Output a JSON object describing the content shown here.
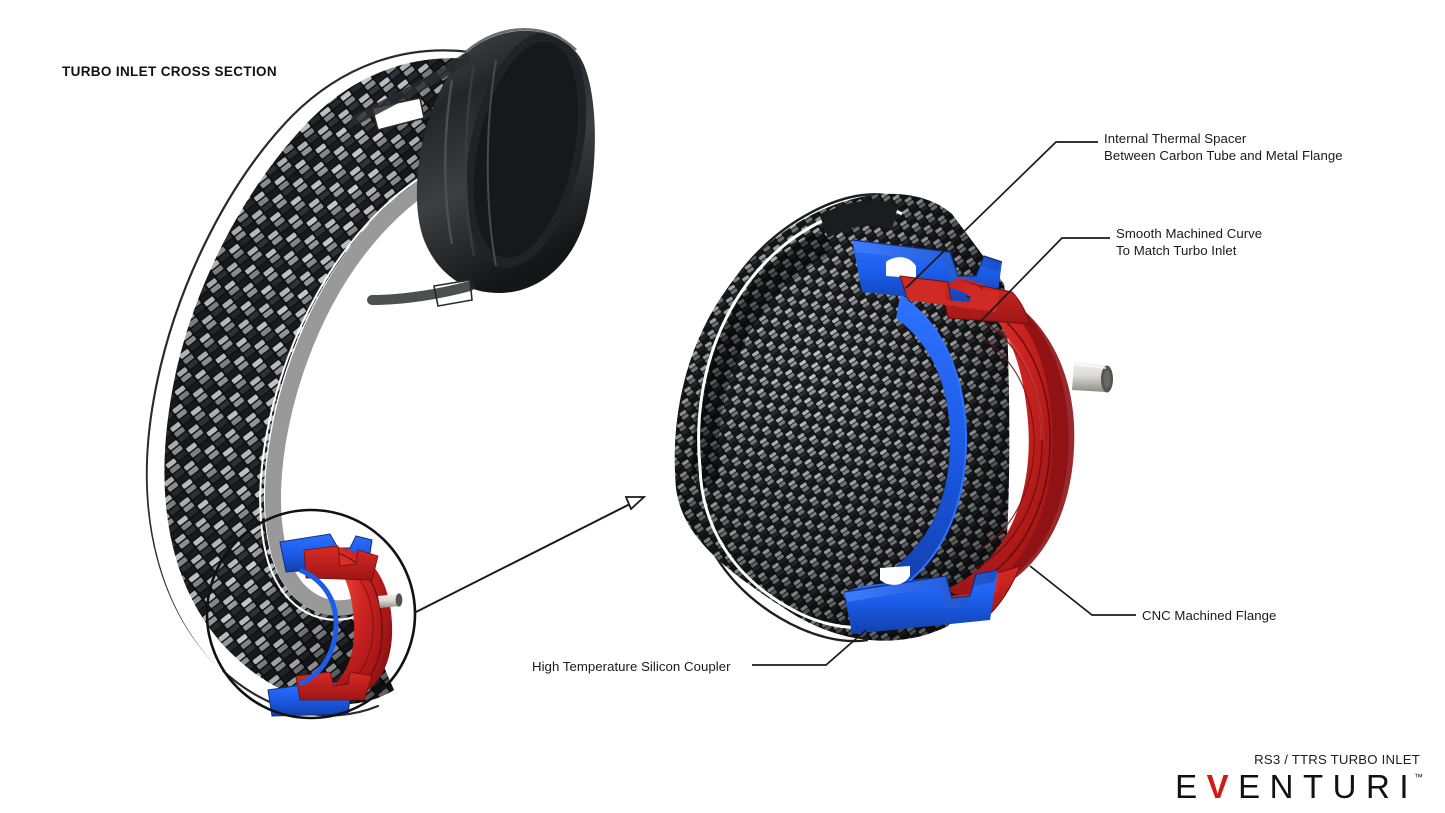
{
  "page": {
    "title": "TURBO INLET CROSS SECTION",
    "background": "#ffffff"
  },
  "colors": {
    "silicone_blue": "#1b5ce8",
    "flange_red": "#c02020",
    "flange_red_dark": "#7c1212",
    "carbon_dark": "#17181a",
    "carbon_light": "#b9bcc0",
    "line": "#1a1a1a",
    "brand_red": "#d01b17",
    "metal_gray": "#5a5a58"
  },
  "callouts": [
    {
      "id": "internal-thermal-spacer",
      "line1": "Internal Thermal Spacer",
      "line2": "Between Carbon Tube and Metal Flange"
    },
    {
      "id": "smooth-machined-curve",
      "line1": "Smooth Machined Curve",
      "line2": "To Match Turbo Inlet"
    },
    {
      "id": "cnc-machined-flange",
      "line1": "CNC Machined Flange",
      "line2": ""
    },
    {
      "id": "high-temperature-silicon-coupler",
      "line1": "High Temperature Silicon Coupler",
      "line2": ""
    }
  ],
  "brand": {
    "product": "RS3 / TTRS TURBO INLET",
    "logo_before": "E",
    "logo_v": "V",
    "logo_after": "ENTURI",
    "trademark": "™"
  },
  "parts": {
    "carbon_tube": "Carbon fibre twill weave tube, cut-away cross section",
    "metal_inlet_mouth": "Ribbed black rubber inlet coupler",
    "silicone_coupler": "Blue high temperature silicone coupler ring",
    "thermal_spacer": "Blue internal thermal spacer ring",
    "cnc_flange": "Red CNC machined metal flange",
    "nipple": "Small cylindrical metal port"
  },
  "detail_view": {
    "circle_label": "detail-circle",
    "arrow_label": "detail-zoom-arrow"
  }
}
